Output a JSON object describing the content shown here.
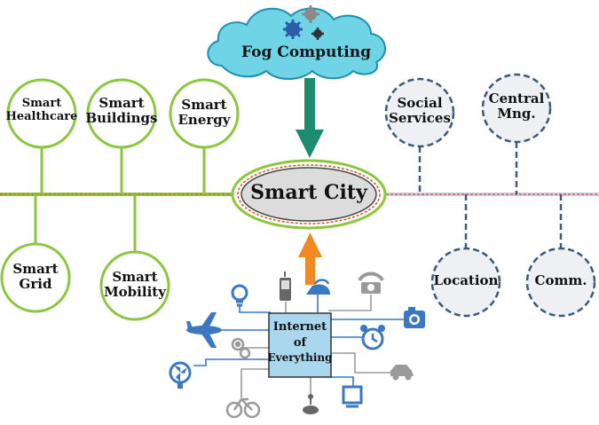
{
  "center": {
    "label": "Smart City"
  },
  "fog": {
    "label": "Fog Computing"
  },
  "ioe": {
    "line1": "Internet",
    "line2": "of",
    "line3": "Everything"
  },
  "green_nodes": [
    {
      "line1": "Smart",
      "line2": "Healthcare"
    },
    {
      "line1": "Smart",
      "line2": "Buildings"
    },
    {
      "line1": "Smart",
      "line2": "Energy"
    },
    {
      "line1": "Smart",
      "line2": "Grid"
    },
    {
      "line1": "Smart",
      "line2": "Mobility"
    }
  ],
  "dashed_nodes": [
    {
      "line1": "Social",
      "line2": "Services"
    },
    {
      "line1": "Central",
      "line2": "Mng."
    },
    {
      "line1": "Location",
      "line2": ""
    },
    {
      "line1": "Comm.",
      "line2": ""
    }
  ],
  "icons": [
    "lightbulb-icon",
    "mobile-phone-icon",
    "iron-icon",
    "telephone-icon",
    "airplane-icon",
    "camera-icon",
    "gears-icon",
    "alarm-clock-icon",
    "fan-icon",
    "car-icon",
    "bicycle-icon",
    "joystick-icon",
    "television-icon"
  ],
  "colors": {
    "green": "#8cc63f",
    "green_dark": "#6fa82b",
    "dash_blue": "#3c5a7a",
    "cloud_fill": "#6fd4e6",
    "arrow_teal": "#1e8c6e",
    "arrow_orange": "#f08a24",
    "icon_blue": "#3a78c4",
    "icon_gray": "#9a9a9a",
    "ioe_fill": "#a9d7ee"
  }
}
